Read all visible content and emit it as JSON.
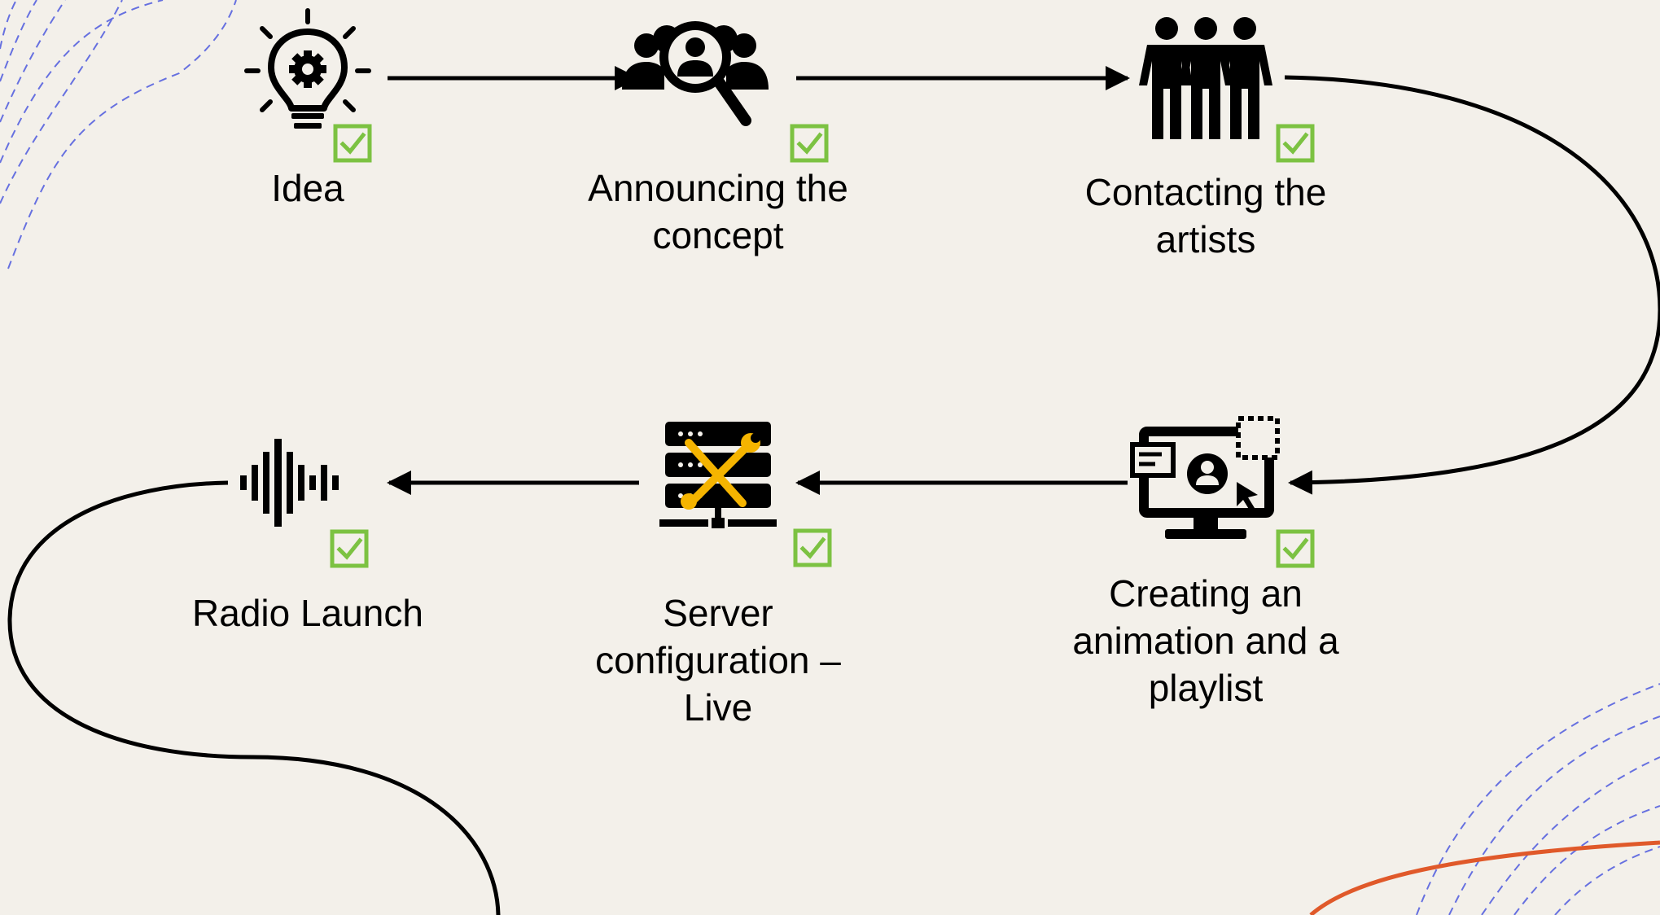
{
  "diagram": {
    "type": "process-flow",
    "steps": [
      {
        "id": "idea",
        "label": "Idea",
        "icon": "lightbulb-gear-icon",
        "status": "done"
      },
      {
        "id": "announce",
        "label": "Announcing the\nconcept",
        "icon": "group-search-icon",
        "status": "done"
      },
      {
        "id": "contact",
        "label": "Contacting the\nartists",
        "icon": "three-people-icon",
        "status": "done"
      },
      {
        "id": "animation",
        "label": "Creating an\nanimation and a\nplaylist",
        "icon": "monitor-user-icon",
        "status": "done"
      },
      {
        "id": "server",
        "label": "Server\nconfiguration –\nLive",
        "icon": "server-tools-icon",
        "status": "done"
      },
      {
        "id": "radio",
        "label": "Radio Launch",
        "icon": "sound-wave-icon",
        "status": "done"
      }
    ]
  },
  "colors": {
    "background": "#f3f0ea",
    "line": "#000000",
    "check_green": "#7cc242",
    "tools_yellow": "#f5b400",
    "decor_blue": "#6670e0",
    "decor_orange": "#e0592a"
  }
}
